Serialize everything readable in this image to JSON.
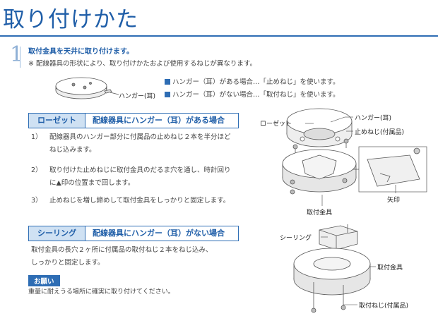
{
  "title": "取り付けかた",
  "step": {
    "number": "1",
    "heading": "取付金具を天井に取り付けます。",
    "note": "※ 配線器具の形状により、取り付けかたおよび使用するねじが異なります。"
  },
  "intro_figure": {
    "hanger_label": "ハンガー(耳)"
  },
  "legend": [
    "ハンガー（耳）がある場合…「止めねじ」を使います。",
    "ハンガー（耳）がない場合…「取付ねじ」を使います。"
  ],
  "section_rosette": {
    "tag": "ローゼット",
    "heading": "配線器具にハンガー（耳）がある場合",
    "steps": [
      {
        "num": "1）",
        "lines": [
          "配線器具のハンガー部分に付属品の止めねじ２本を半分ほど",
          "ねじ込みます。"
        ]
      },
      {
        "num": "2）",
        "lines": [
          "取り付けた止めねじに取付金具のだるま穴を通し、時計回り",
          "に▲印の位置まで回します。"
        ]
      },
      {
        "num": "3）",
        "lines": [
          "止めねじを増し締めして取付金具をしっかりと固定します。"
        ]
      }
    ],
    "figure_labels": {
      "rosette": "ローゼット",
      "hanger": "ハンガー(耳)",
      "stop_screw": "止めねじ(付属品)",
      "arrow_mark": "矢印",
      "bracket": "取付金具"
    }
  },
  "section_ceiling": {
    "tag": "シーリング",
    "heading": "配線器具にハンガー（耳）がない場合",
    "lines": [
      "取付金具の長穴２ヶ所に付属品の取付ねじ２本をねじ込み、",
      "しっかりと固定します。"
    ],
    "figure_labels": {
      "ceiling": "シーリング",
      "bracket": "取付金具",
      "mount_screw": "取付ねじ(付属品)"
    }
  },
  "caution": {
    "tag": "お願い",
    "text": "重量に耐えうる場所に確実に取り付けてください。"
  },
  "colors": {
    "accent": "#1f5ea8",
    "tag_bg": "#cfe1f3"
  }
}
